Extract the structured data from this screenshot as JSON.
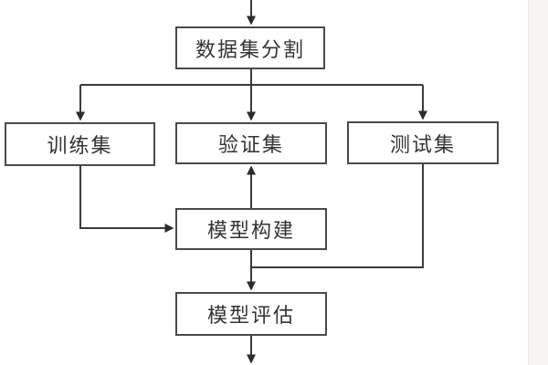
{
  "diagram": {
    "type": "flowchart",
    "nodes": {
      "dataset_split": {
        "label": "数据集分割"
      },
      "train_set": {
        "label": "训练集"
      },
      "validation_set": {
        "label": "验证集"
      },
      "test_set": {
        "label": "测试集"
      },
      "model_build": {
        "label": "模型构建"
      },
      "model_eval": {
        "label": "模型评估"
      }
    },
    "edges": [
      {
        "from": "top-edge-of-image",
        "to": "dataset_split",
        "arrow": true,
        "direction": "down"
      },
      {
        "from": "dataset_split",
        "to": "train_set",
        "arrow": true,
        "direction": "down-via-branch"
      },
      {
        "from": "dataset_split",
        "to": "validation_set",
        "arrow": true,
        "direction": "down"
      },
      {
        "from": "dataset_split",
        "to": "test_set",
        "arrow": true,
        "direction": "down-via-branch"
      },
      {
        "from": "train_set",
        "to": "model_build",
        "arrow": true,
        "direction": "down-then-right"
      },
      {
        "from": "model_build",
        "to": "validation_set",
        "arrow": true,
        "direction": "up"
      },
      {
        "from": "model_build",
        "to": "model_eval",
        "arrow": true,
        "direction": "down"
      },
      {
        "from": "test_set",
        "to": "model_eval",
        "arrow": false,
        "direction": "down-then-left, merges into model_build to model_eval line"
      },
      {
        "from": "model_eval",
        "to": "bottom-edge-of-image",
        "arrow": true,
        "direction": "down, arrowhead clipped at image bottom"
      }
    ],
    "colors": {
      "background": "#ffffff",
      "line": "#3b3b3b",
      "arrowhead": "#2c2c2c",
      "box_border": "#4a4a4a",
      "text": "#333333",
      "right_edge_strip": "#f7f5f3"
    }
  }
}
